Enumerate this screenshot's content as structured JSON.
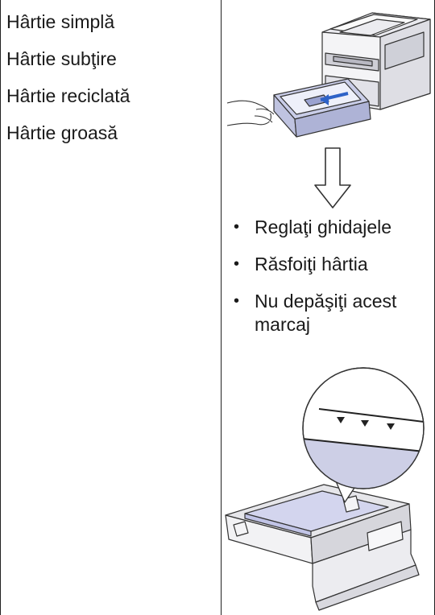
{
  "paper_types": [
    "Hârtie simplă",
    "Hârtie subţire",
    "Hârtie reciclată",
    "Hârtie groasă"
  ],
  "steps": [
    "Reglaţi ghidajele",
    "Răsfoiţi hârtia",
    "Nu depăşiţi acest marcaj"
  ],
  "bullet_symbol": "•"
}
